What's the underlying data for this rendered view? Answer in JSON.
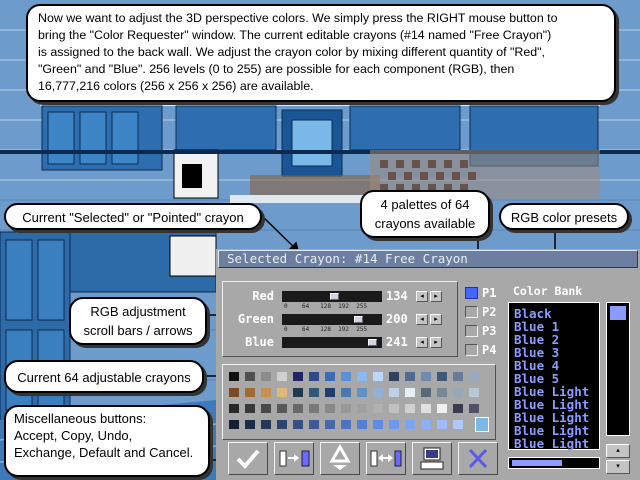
{
  "intro": {
    "lines": [
      "Now we want to adjust the 3D perspective colors. We simply press the RIGHT mouse button to",
      "bring the \"Color Requester\" window. The current editable crayons (#14 named \"Free Crayon\")",
      "is assigned to the back wall. We adjust the crayon color by mixing different quantity of \"Red\",",
      "\"Green\" and \"Blue\". 256 levels (0 to 255) are possible for each component (RGB), then",
      "16,777,216 colors (256 x 256 x 256) are available."
    ]
  },
  "callouts": {
    "selected": "Current \"Selected\" or \"Pointed\" crayon",
    "palettes": [
      "4 palettes of 64",
      "crayons available"
    ],
    "presets": "RGB color presets",
    "rgb": [
      "RGB adjustment",
      "scroll bars / arrows"
    ],
    "crayons": "Current 64 adjustable crayons",
    "misc": [
      "Miscellaneous buttons:",
      "Accept, Copy, Undo,",
      "Exchange, Default and Cancel."
    ]
  },
  "requester": {
    "title": "Selected Crayon: #14 Free Crayon",
    "scale_text": "0    64   128  192  255",
    "sliders": [
      {
        "label": "Red",
        "value": 134,
        "color": "#ff0000"
      },
      {
        "label": "Green",
        "value": 200,
        "color": "#00ff00"
      },
      {
        "label": "Blue",
        "value": 241,
        "color": "#0000ff"
      }
    ],
    "palettes": [
      {
        "label": "P1",
        "selected": true
      },
      {
        "label": "P2",
        "selected": false
      },
      {
        "label": "P3",
        "selected": false
      },
      {
        "label": "P4",
        "selected": false
      }
    ],
    "color_bank": {
      "label": "Color Bank",
      "items": [
        "Black",
        "Blue 1",
        "Blue 2",
        "Blue 3",
        "Blue 4",
        "Blue 5",
        "Blue Light",
        "Blue Light",
        "Blue Light",
        "Blue Light",
        "Blue Light"
      ]
    },
    "buttons": [
      {
        "name": "accept-button",
        "icon": "checkmark-icon"
      },
      {
        "name": "copy-button",
        "icon": "copy-arrow-icon"
      },
      {
        "name": "undo-button",
        "icon": "recycle-icon"
      },
      {
        "name": "exchange-button",
        "icon": "exchange-arrows-icon"
      },
      {
        "name": "default-button",
        "icon": "computer-icon"
      },
      {
        "name": "cancel-button",
        "icon": "cross-icon"
      }
    ],
    "crayon_colors": [
      "#101010",
      "#505050",
      "#8c8c8c",
      "#d0d0d0",
      "#222266",
      "#2a4a8a",
      "#3a6ab8",
      "#5a90d8",
      "#8ab8f0",
      "#b8d8ff",
      "#304060",
      "#506a90",
      "#708ab0",
      "#405878",
      "#6a7a9a",
      "#9aa8c0",
      "#7a4a20",
      "#a06a30",
      "#c89050",
      "#e0b878",
      "#203850",
      "#30587a",
      "#1e3e70",
      "#4a78b0",
      "#6090c8",
      "#90b0d8",
      "#c0d0e8",
      "#e8eef6",
      "#586878",
      "#788898",
      "#98a8b8",
      "#b8c8d8",
      "#282828",
      "#383838",
      "#484848",
      "#585858",
      "#686868",
      "#787878",
      "#888888",
      "#989898",
      "#a0a0a0",
      "#b0b0b0",
      "#c0c0c0",
      "#d0d0d0",
      "#e0e0e0",
      "#f0f0f0",
      "#3a3a50",
      "#50506a",
      "#142034",
      "#1c2c48",
      "#24385c",
      "#2c4470",
      "#345084",
      "#3c5c98",
      "#4468ac",
      "#4c74c0",
      "#5480d4",
      "#5c8ce8",
      "#6c98f0",
      "#7ca4f4",
      "#8cb0f8",
      "#9cbcfc",
      "#acc8ff",
      "#bcd4ff"
    ]
  }
}
